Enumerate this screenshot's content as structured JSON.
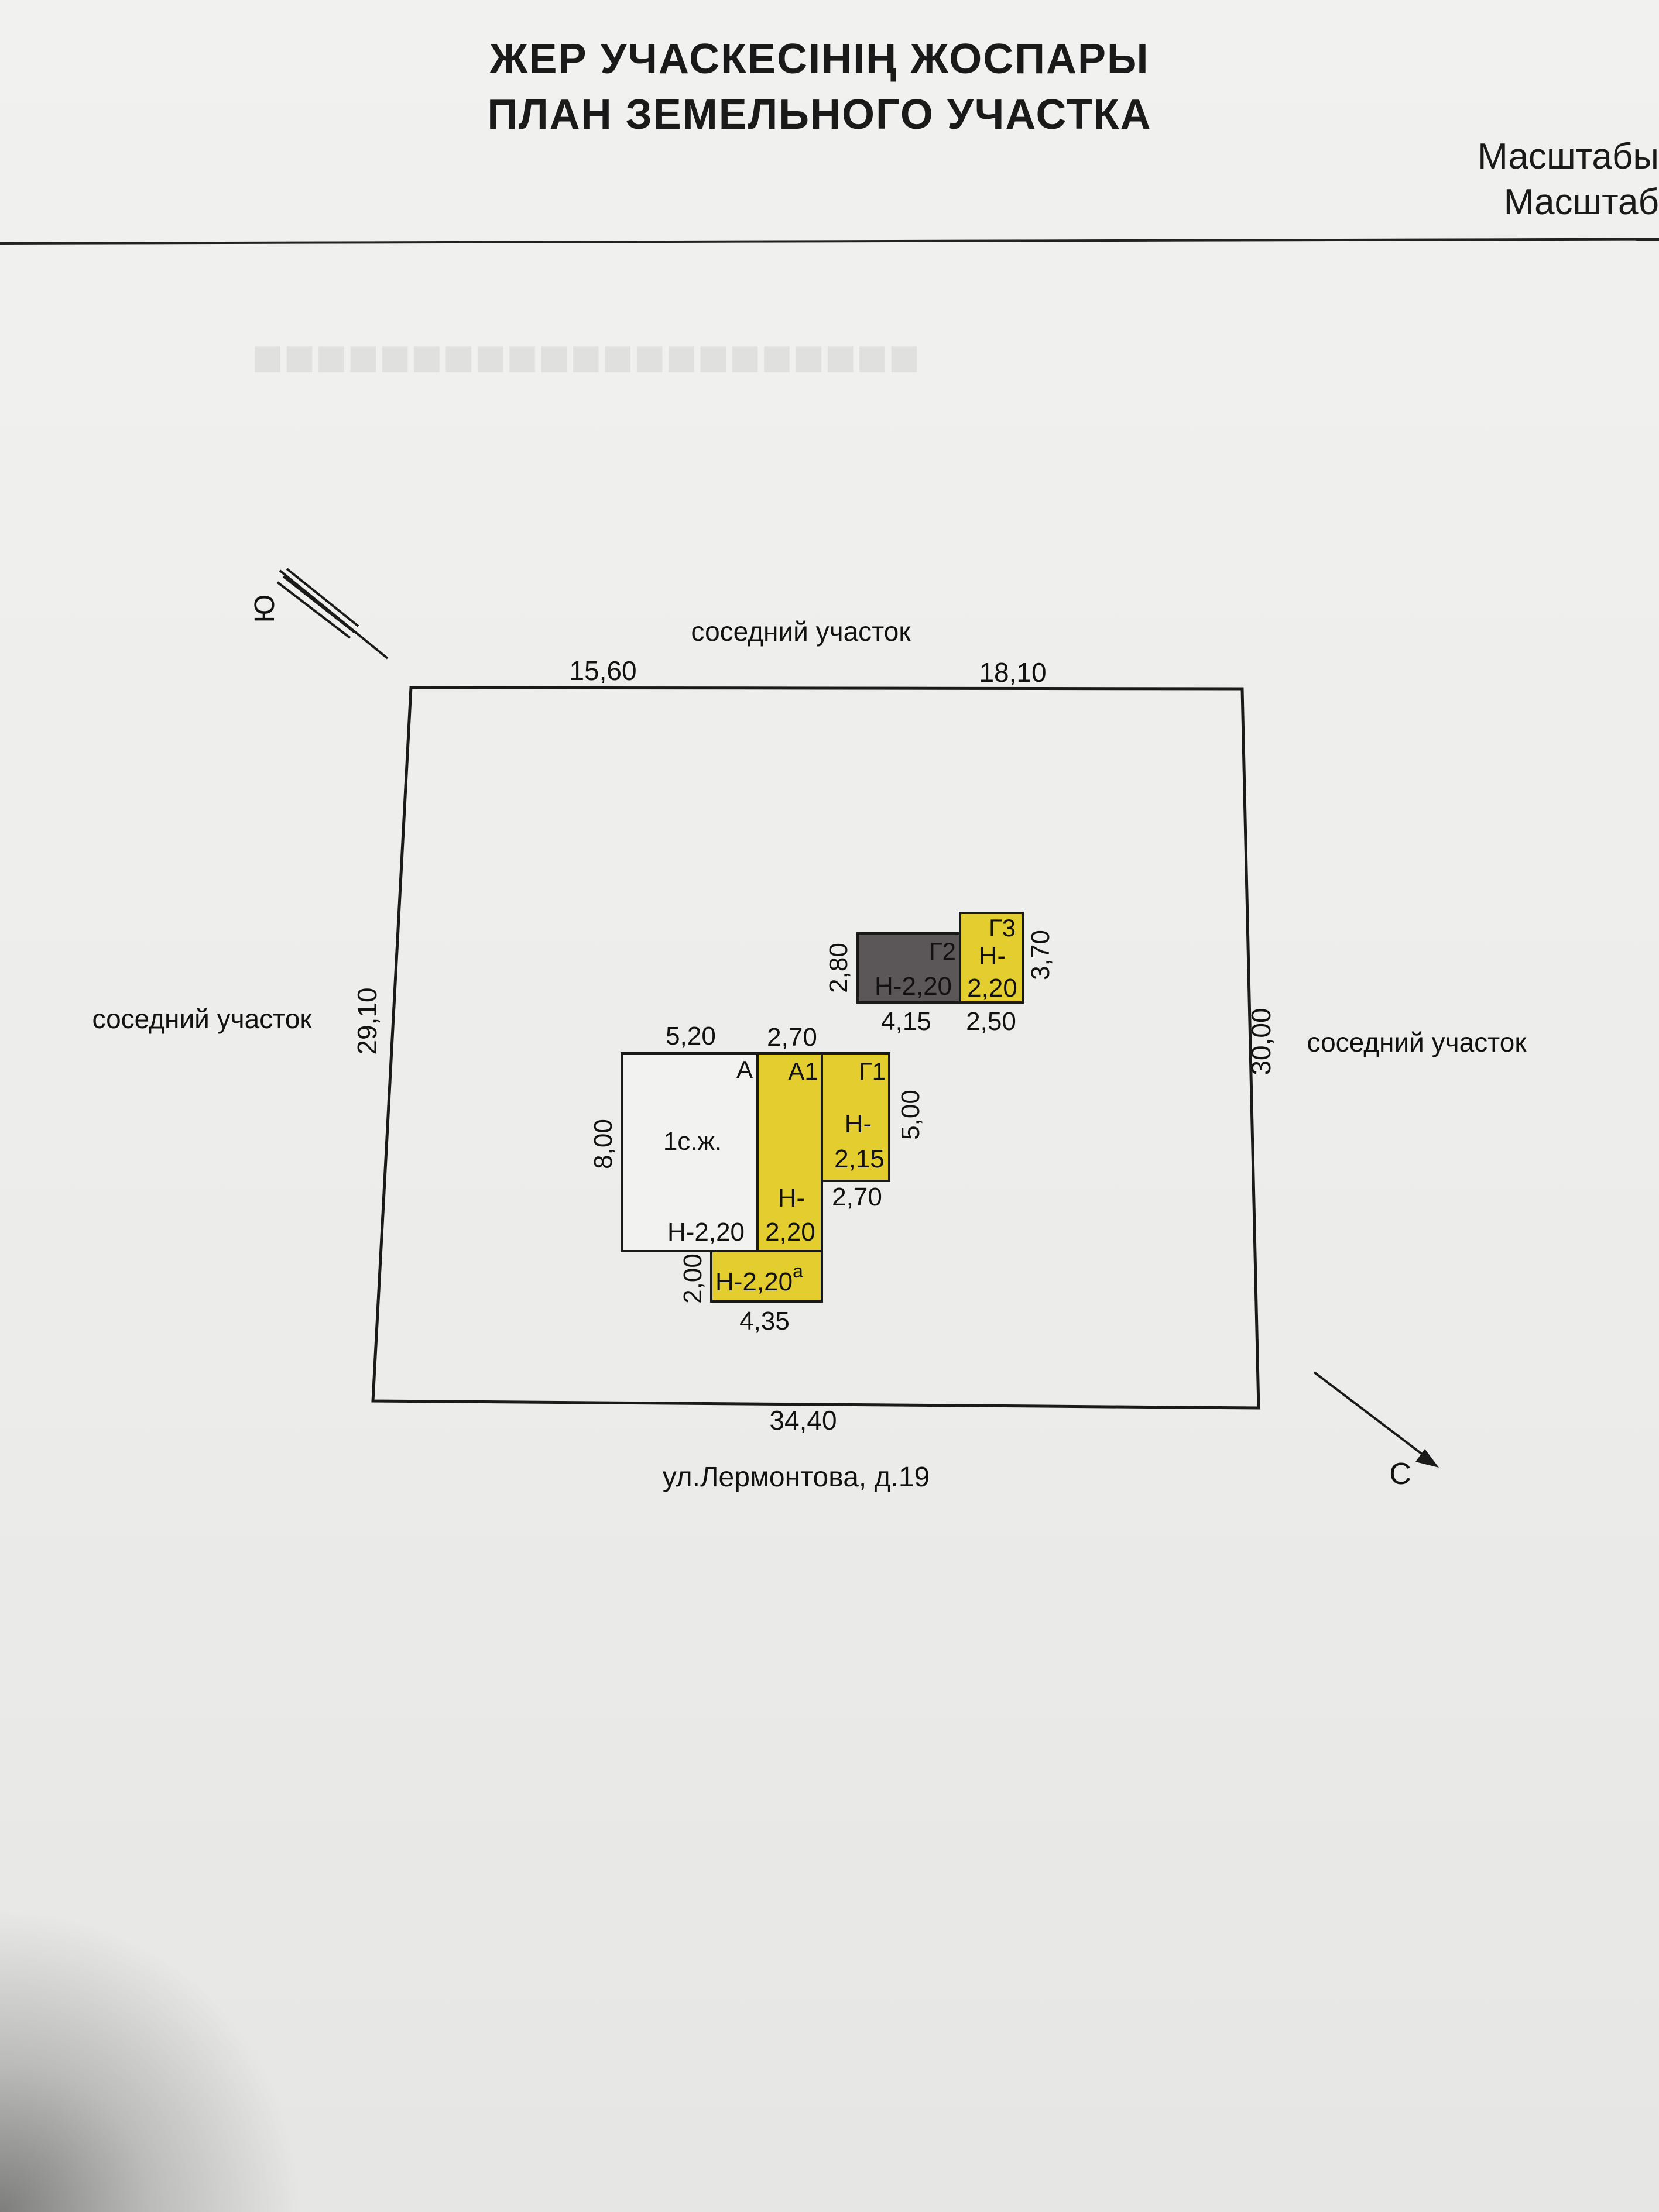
{
  "header": {
    "title_kz": "ЖЕР УЧАСКЕСІНІҢ ЖОСПАРЫ",
    "title_ru": "ПЛАН ЗЕМЕЛЬНОГО УЧАСТКА",
    "scale_kz": "Масштабы",
    "scale_ru": "Масштаб"
  },
  "plot": {
    "neighbor_top": "соседний участок",
    "neighbor_left": "соседний участок",
    "neighbor_right": "соседний участок",
    "street": "ул.Лермонтова, д.19",
    "dims": {
      "top_left": "15,60",
      "top_right": "18,10",
      "left": "29,10",
      "right": "30,00",
      "bottom": "34,40"
    }
  },
  "compass": {
    "south": "Ю",
    "north": "С"
  },
  "buildings": {
    "A": {
      "label": "А",
      "name": "1с.ж.",
      "height": "Н-2,20",
      "w": "5,20",
      "h": "8,00"
    },
    "A1": {
      "label": "А1",
      "h1": "Н-",
      "h2": "2,20",
      "w": "2,70"
    },
    "G1": {
      "label": "Г1",
      "h1": "Н-",
      "h2": "2,15",
      "h": "5,00",
      "w": "2,70"
    },
    "a": {
      "height": "Н-2,20",
      "sup": "а",
      "h": "2,00",
      "w": "4,35"
    },
    "G2": {
      "label": "Г2",
      "height": "Н-2,20",
      "h": "2,80",
      "w": "4,15"
    },
    "G3": {
      "label": "Г3",
      "h1": "Н-",
      "h2": "2,20",
      "h": "3,70",
      "w": "2,50"
    }
  },
  "colors": {
    "yellow": "#e3cd2f",
    "dark": "#5b5758",
    "line": "#1a1a1a"
  }
}
